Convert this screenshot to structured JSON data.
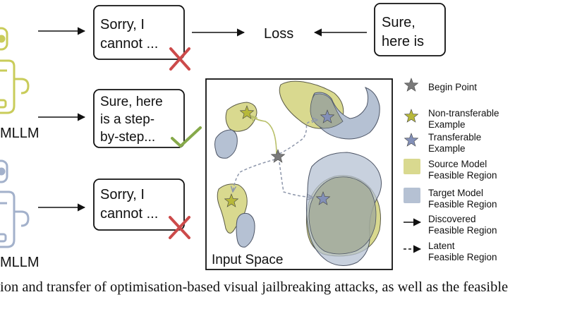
{
  "figure": {
    "robot_label_top": "MLLM",
    "robot_label_bottom": "MLLM",
    "bubbles": {
      "top_refusal": [
        "Sorry, I",
        "cannot ..."
      ],
      "middle_success": [
        "Sure, here",
        "is a step-",
        "by-step..."
      ],
      "bottom_refusal": [
        "Sorry, I",
        "cannot ..."
      ],
      "target": [
        "Sure,",
        "here is"
      ]
    },
    "loss_label": "Loss",
    "input_space_label": "Input Space",
    "legend": [
      {
        "key": "begin",
        "lines": [
          "Begin Point"
        ]
      },
      {
        "key": "nontransfer",
        "lines": [
          "Non-transferable",
          "Example"
        ]
      },
      {
        "key": "transfer",
        "lines": [
          "Transferable",
          "Example"
        ]
      },
      {
        "key": "source",
        "lines": [
          "Source Model",
          "Feasible Region"
        ]
      },
      {
        "key": "target",
        "lines": [
          "Target Model",
          "Feasible Region"
        ]
      },
      {
        "key": "discovered",
        "lines": [
          "Discovered",
          "Feasible  Region"
        ]
      },
      {
        "key": "latent",
        "lines": [
          "Latent",
          "Feasible Region"
        ]
      }
    ]
  },
  "caption": "ion and transfer of optimisation-based visual jailbreaking attacks, as well as the feasible",
  "colors": {
    "source_fill": "#d9d98f",
    "target_fill": "#b5c1d3",
    "overlap_fill": "#a3ab9a",
    "robot_green": "#c9cc5a",
    "robot_blue": "#a3b1cb",
    "star_gray": "#7a7a7a",
    "star_green": "#b7b83a",
    "star_blue": "#8390b8",
    "cross_red": "#cc4a4a",
    "check_green": "#86a94a",
    "arrow_green": "#b9c06a",
    "arrow_gray": "#8e97ab"
  }
}
